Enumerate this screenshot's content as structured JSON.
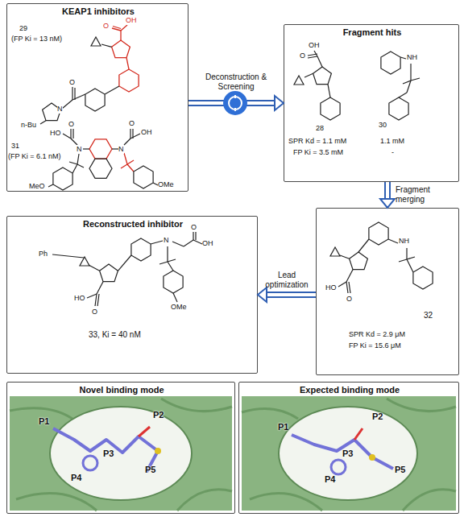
{
  "diagram": {
    "nodes": [
      {
        "text": [
          "KEAP1 inhibitors"
        ]
      },
      {
        "text": [
          "Fragment hits"
        ]
      },
      {
        "text": [
          "32",
          "SPR Kd = 2.9 μM",
          "FP Ki = 15.6 μM"
        ]
      },
      {
        "text": [
          "Reconstructed inhibitor"
        ]
      },
      {
        "text": [
          "Novel binding mode"
        ]
      },
      {
        "text": [
          "Expected binding mode"
        ]
      }
    ],
    "edges": [
      {
        "from": 0,
        "to": 1,
        "arrow": "to",
        "label": "Deconstruction & Screening"
      },
      {
        "from": 1,
        "to": 2,
        "arrow": "to",
        "label": "Fragment merging"
      },
      {
        "from": 2,
        "to": 3,
        "arrow": "to",
        "label": "Lead optimization"
      }
    ],
    "labels": [
      "29",
      "(FP Ki = 13 nM)",
      "OH",
      "O",
      "O",
      "N",
      "n-Bu",
      "31",
      "(FP Ki = 6.1 nM)",
      "HO",
      "O",
      "OH",
      "O",
      "N",
      "N",
      "MeO",
      "OMe",
      "OH",
      "O",
      "28",
      "NH",
      "30",
      "SPR Kd = 1.1 mM",
      "1.1 mM",
      "FP Ki = 3.5 mM",
      "-",
      "NH",
      "HO",
      "O",
      "Ph",
      "N",
      "OH",
      "O",
      "HO",
      "O",
      "OMe",
      "33, Ki = 40 nM",
      "P1",
      "P2",
      "P3",
      "P4",
      "P5",
      "P1",
      "P2",
      "P3",
      "P4",
      "P5"
    ]
  }
}
